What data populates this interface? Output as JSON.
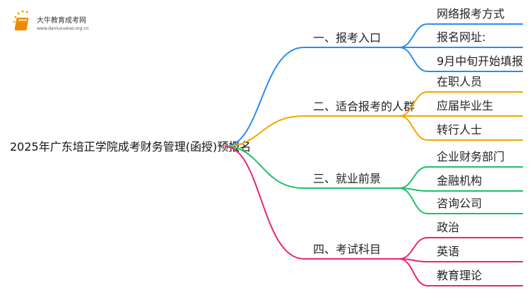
{
  "logo": {
    "name": "大牛教育成考网",
    "url": "www.daniuxueiao.org.cn"
  },
  "root": "2025年广东培正学院成考财务管理(函授)预报名",
  "branches": [
    {
      "label": "一、报考入口",
      "color": "#2b8cf0",
      "children": [
        "网络报考方式",
        "报名网址:",
        "9月中旬开始填报"
      ]
    },
    {
      "label": "二、适合报考的人群",
      "color": "#f0a800",
      "children": [
        "在职人员",
        "应届毕业生",
        "转行人士"
      ]
    },
    {
      "label": "三、就业前景",
      "color": "#1fbf6a",
      "children": [
        "企业财务部门",
        "金融机构",
        "咨询公司"
      ]
    },
    {
      "label": "四、考试科目",
      "color": "#e8247a",
      "children": [
        "政治",
        "英语",
        "教育理论"
      ]
    }
  ]
}
